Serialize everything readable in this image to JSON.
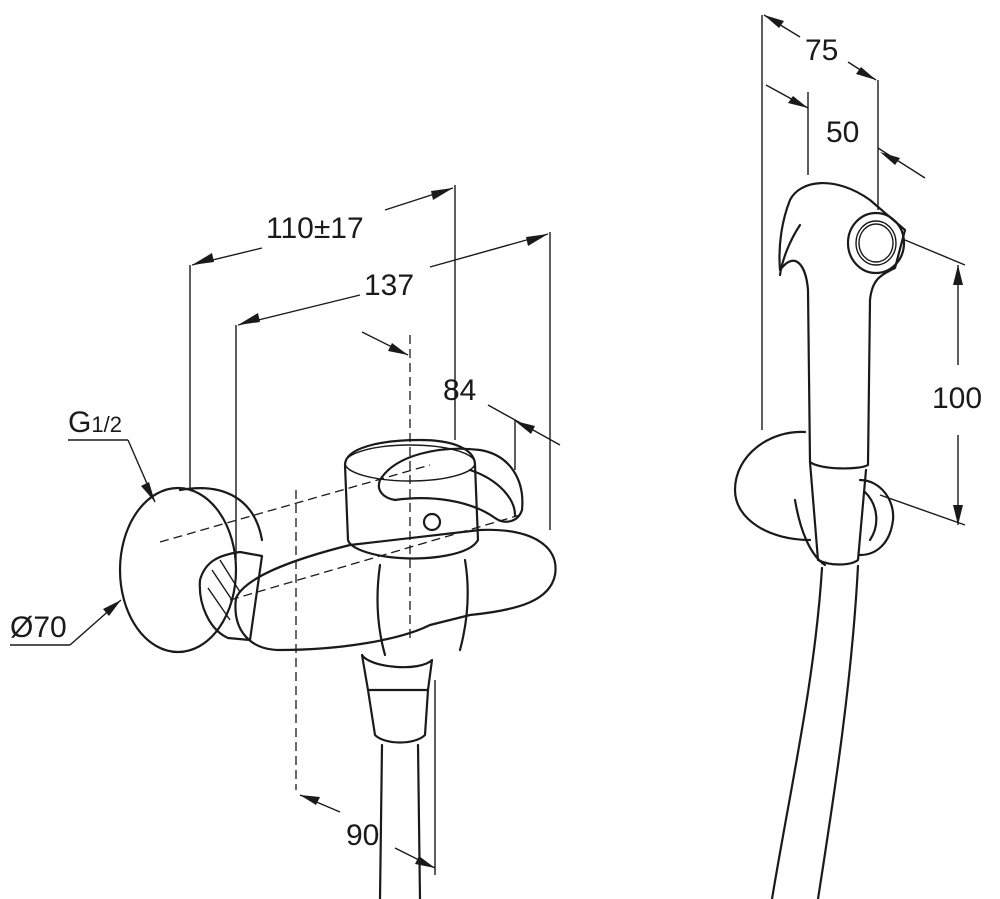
{
  "dimensions": {
    "width_110": "110±17",
    "width_137": "137",
    "depth_84": "84",
    "height_90": "90",
    "handset_75": "75",
    "handset_50": "50",
    "handset_100": "100",
    "diameter": "Ø70",
    "thread_main": "G",
    "thread_sub": "1/2"
  }
}
